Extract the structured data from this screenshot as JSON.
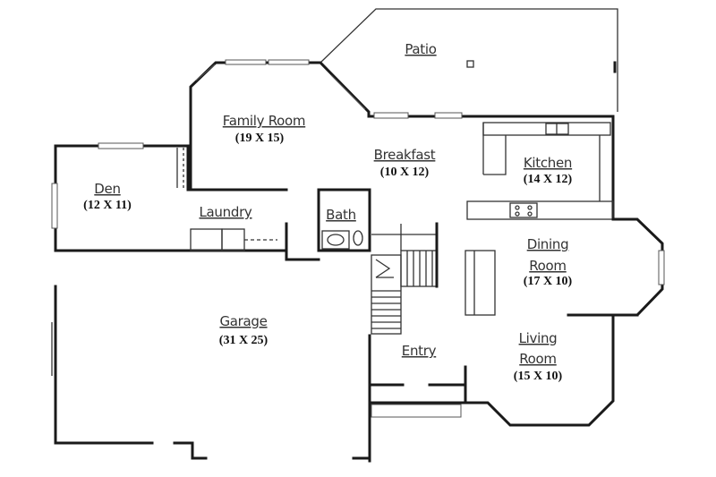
{
  "rooms": [
    {
      "key": "patio",
      "name": "Patio",
      "dims": ""
    },
    {
      "key": "family",
      "name": "Family Room",
      "dims": "(19 X 15)"
    },
    {
      "key": "breakfast",
      "name": "Breakfast",
      "dims": "(10 X 12)"
    },
    {
      "key": "kitchen",
      "name": "Kitchen",
      "dims": "(14 X 12)"
    },
    {
      "key": "den",
      "name": "Den",
      "dims": "(12 X 11)"
    },
    {
      "key": "laundry",
      "name": "Laundry",
      "dims": ""
    },
    {
      "key": "bath",
      "name": "Bath",
      "dims": ""
    },
    {
      "key": "dining",
      "name_line1": "Dining",
      "name_line2": "Room",
      "dims": "(17 X 10)"
    },
    {
      "key": "garage",
      "name": "Garage",
      "dims": "(31 X 25)"
    },
    {
      "key": "entry",
      "name": "Entry",
      "dims": ""
    },
    {
      "key": "living",
      "name_line1": "Living",
      "name_line2": "Room",
      "dims": "(15 X 10)"
    }
  ]
}
